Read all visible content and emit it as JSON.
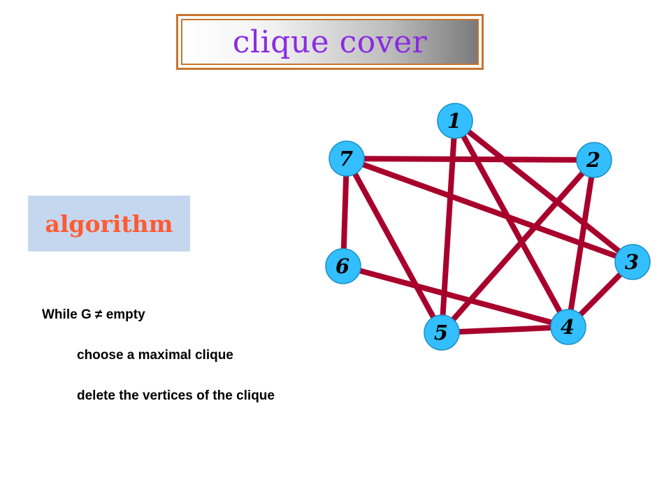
{
  "title": "clique cover",
  "algorithm_label": "algorithm",
  "algorithm_lines": [
    "While G ≠ empty",
    "choose a maximal clique",
    "delete the vertices of the clique"
  ],
  "graph": {
    "nodes": [
      "1",
      "2",
      "3",
      "4",
      "5",
      "6",
      "7"
    ],
    "edges": [
      [
        "1",
        "5"
      ],
      [
        "1",
        "4"
      ],
      [
        "1",
        "3"
      ],
      [
        "7",
        "2"
      ],
      [
        "7",
        "3"
      ],
      [
        "7",
        "5"
      ],
      [
        "7",
        "6"
      ],
      [
        "2",
        "5"
      ],
      [
        "2",
        "4"
      ],
      [
        "3",
        "4"
      ],
      [
        "6",
        "4"
      ],
      [
        "5",
        "4"
      ]
    ],
    "node_color": "#33bfff",
    "edge_color": "#a8002c"
  }
}
